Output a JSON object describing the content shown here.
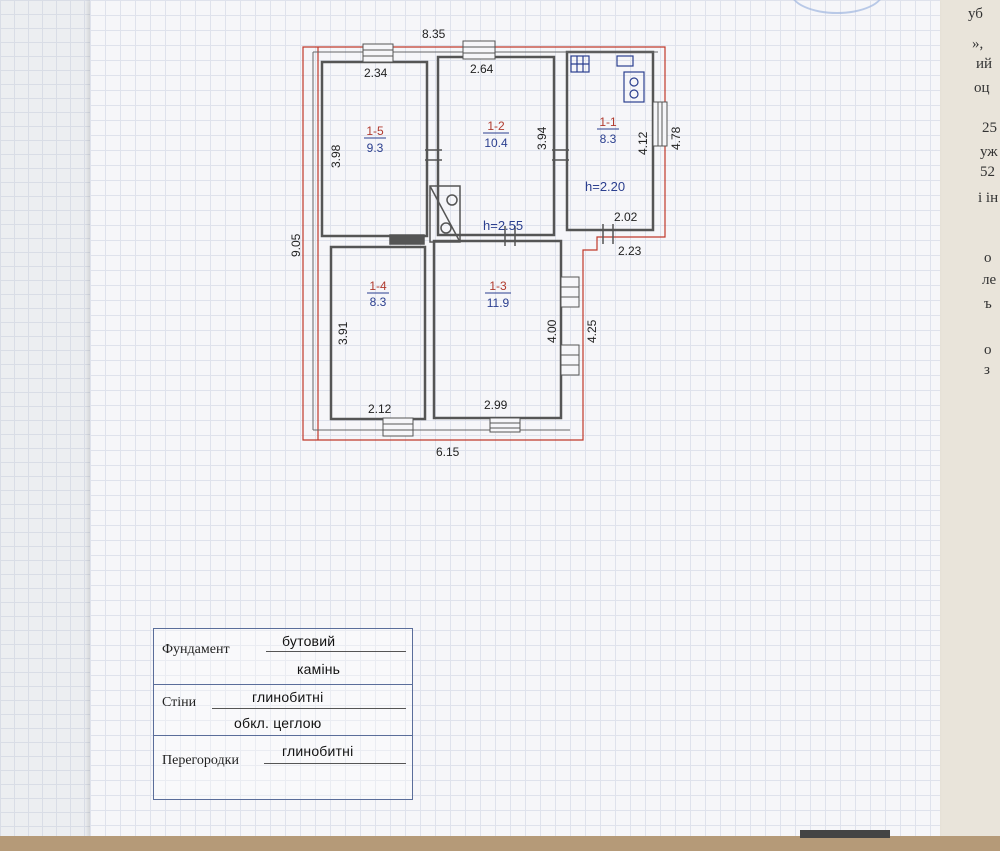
{
  "plan": {
    "overall_width": "8.35",
    "overall_depth": "9.05",
    "bottom_width": "6.15",
    "rooms": [
      {
        "id": "1-1",
        "area": "8.3"
      },
      {
        "id": "1-2",
        "area": "10.4"
      },
      {
        "id": "1-3",
        "area": "11.9"
      },
      {
        "id": "1-4",
        "area": "8.3"
      },
      {
        "id": "1-5",
        "area": "9.3"
      }
    ],
    "dimensions": [
      "2.34",
      "2.64",
      "3.98",
      "3.94",
      "4.12",
      "4.78",
      "2.02",
      "2.23",
      "3.91",
      "4.00",
      "4.25",
      "2.12",
      "2.99"
    ],
    "heights": [
      "h=2.55",
      "h=2.20"
    ]
  },
  "materials": {
    "foundation_label": "Фундамент",
    "foundation_value_1": "бутовий",
    "foundation_value_2": "камінь",
    "walls_label": "Стіни",
    "walls_value_1": "глинобитні",
    "walls_value_2": "обкл. цеглою",
    "partitions_label": "Перегородки",
    "partitions_value": "глинобитні"
  },
  "side_text": [
    "уб",
    "», ",
    "ий",
    "оц",
    "25",
    "уж",
    "52",
    "і ін",
    "о",
    "ле",
    "ъ",
    "о",
    "з"
  ],
  "colors": {
    "outline_red": "#c0392b",
    "wall_gray": "#555555",
    "text_blue": "#2b3f8f",
    "table_border": "#5a6d9a"
  }
}
